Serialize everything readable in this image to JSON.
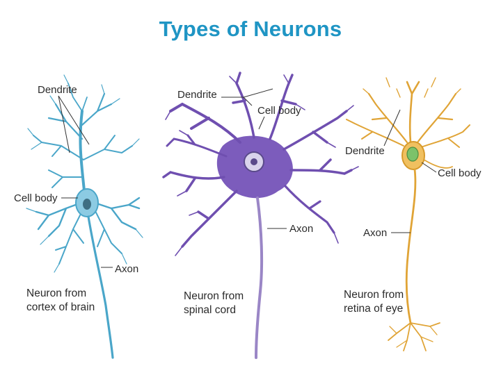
{
  "title": "Types of Neurons",
  "colors": {
    "title": "#1f95c4",
    "cortex_neuron": "#4aa6c9",
    "spinal_neuron": "#6f4fb0",
    "retina_neuron": "#e0a436",
    "retina_nucleus": "#7cc26a"
  },
  "neurons": [
    {
      "id": "cortex",
      "labels": {
        "dendrite": "Dendrite",
        "cell_body": "Cell body",
        "axon": "Axon"
      },
      "caption": [
        "Neuron from",
        "cortex of brain"
      ]
    },
    {
      "id": "spinal",
      "labels": {
        "dendrite": "Dendrite",
        "cell_body": "Cell body",
        "axon": "Axon"
      },
      "caption": [
        "Neuron from",
        "spinal cord"
      ]
    },
    {
      "id": "retina",
      "labels": {
        "dendrite": "Dendrite",
        "cell_body": "Cell body",
        "axon": "Axon"
      },
      "caption": [
        "Neuron from",
        "retina of eye"
      ]
    }
  ]
}
